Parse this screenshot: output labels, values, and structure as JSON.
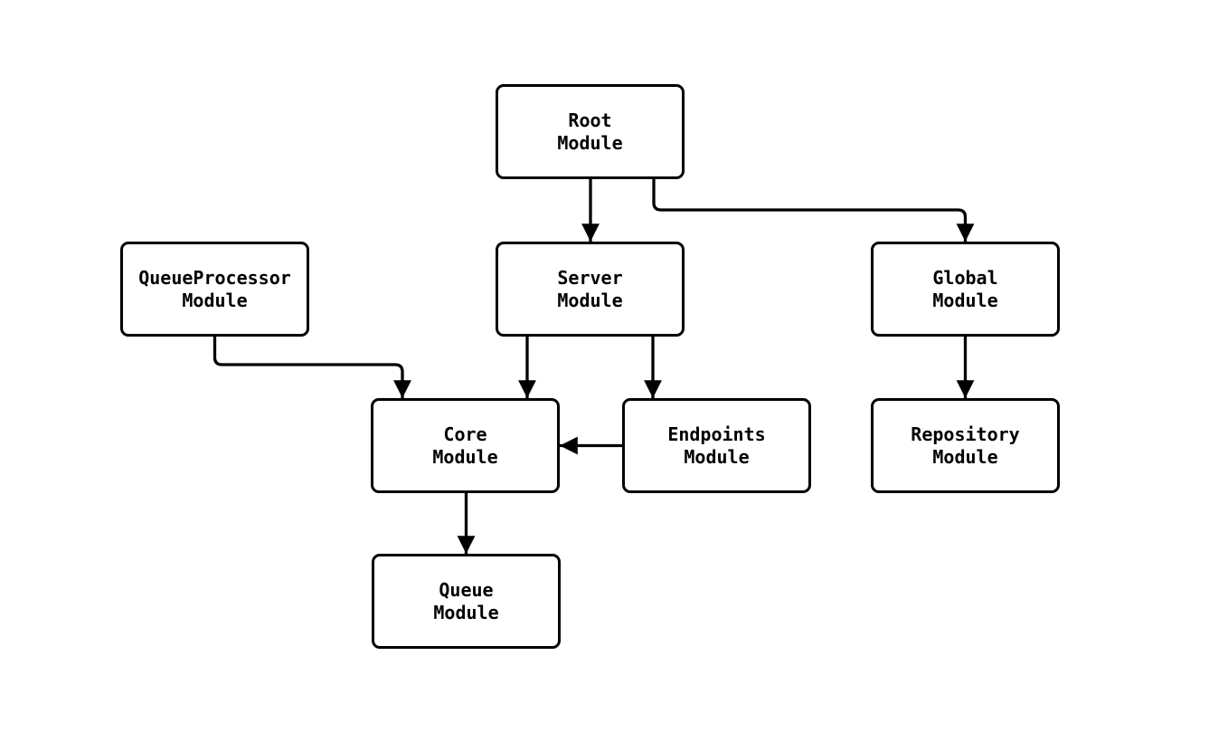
{
  "diagram": {
    "type": "module-dependency-flowchart",
    "background_color": "#ffffff",
    "node_fill_color": "#ffffff",
    "stroke_color": "#000000",
    "text_color": "#000000",
    "nodes": [
      {
        "id": "root",
        "line1": "Root",
        "line2": "Module"
      },
      {
        "id": "queueprocessor",
        "line1": "QueueProcessor",
        "line2": "Module"
      },
      {
        "id": "server",
        "line1": "Server",
        "line2": "Module"
      },
      {
        "id": "global",
        "line1": "Global",
        "line2": "Module"
      },
      {
        "id": "core",
        "line1": "Core",
        "line2": "Module"
      },
      {
        "id": "endpoints",
        "line1": "Endpoints",
        "line2": "Module"
      },
      {
        "id": "repository",
        "line1": "Repository",
        "line2": "Module"
      },
      {
        "id": "queue",
        "line1": "Queue",
        "line2": "Module"
      }
    ],
    "edges": [
      {
        "from": "Root Module",
        "to": "Server Module"
      },
      {
        "from": "Root Module",
        "to": "Global Module"
      },
      {
        "from": "QueueProcessor Module",
        "to": "Core Module"
      },
      {
        "from": "Server Module",
        "to": "Core Module"
      },
      {
        "from": "Server Module",
        "to": "Endpoints Module"
      },
      {
        "from": "Global Module",
        "to": "Repository Module"
      },
      {
        "from": "Endpoints Module",
        "to": "Core Module"
      },
      {
        "from": "Core Module",
        "to": "Queue Module"
      }
    ]
  }
}
